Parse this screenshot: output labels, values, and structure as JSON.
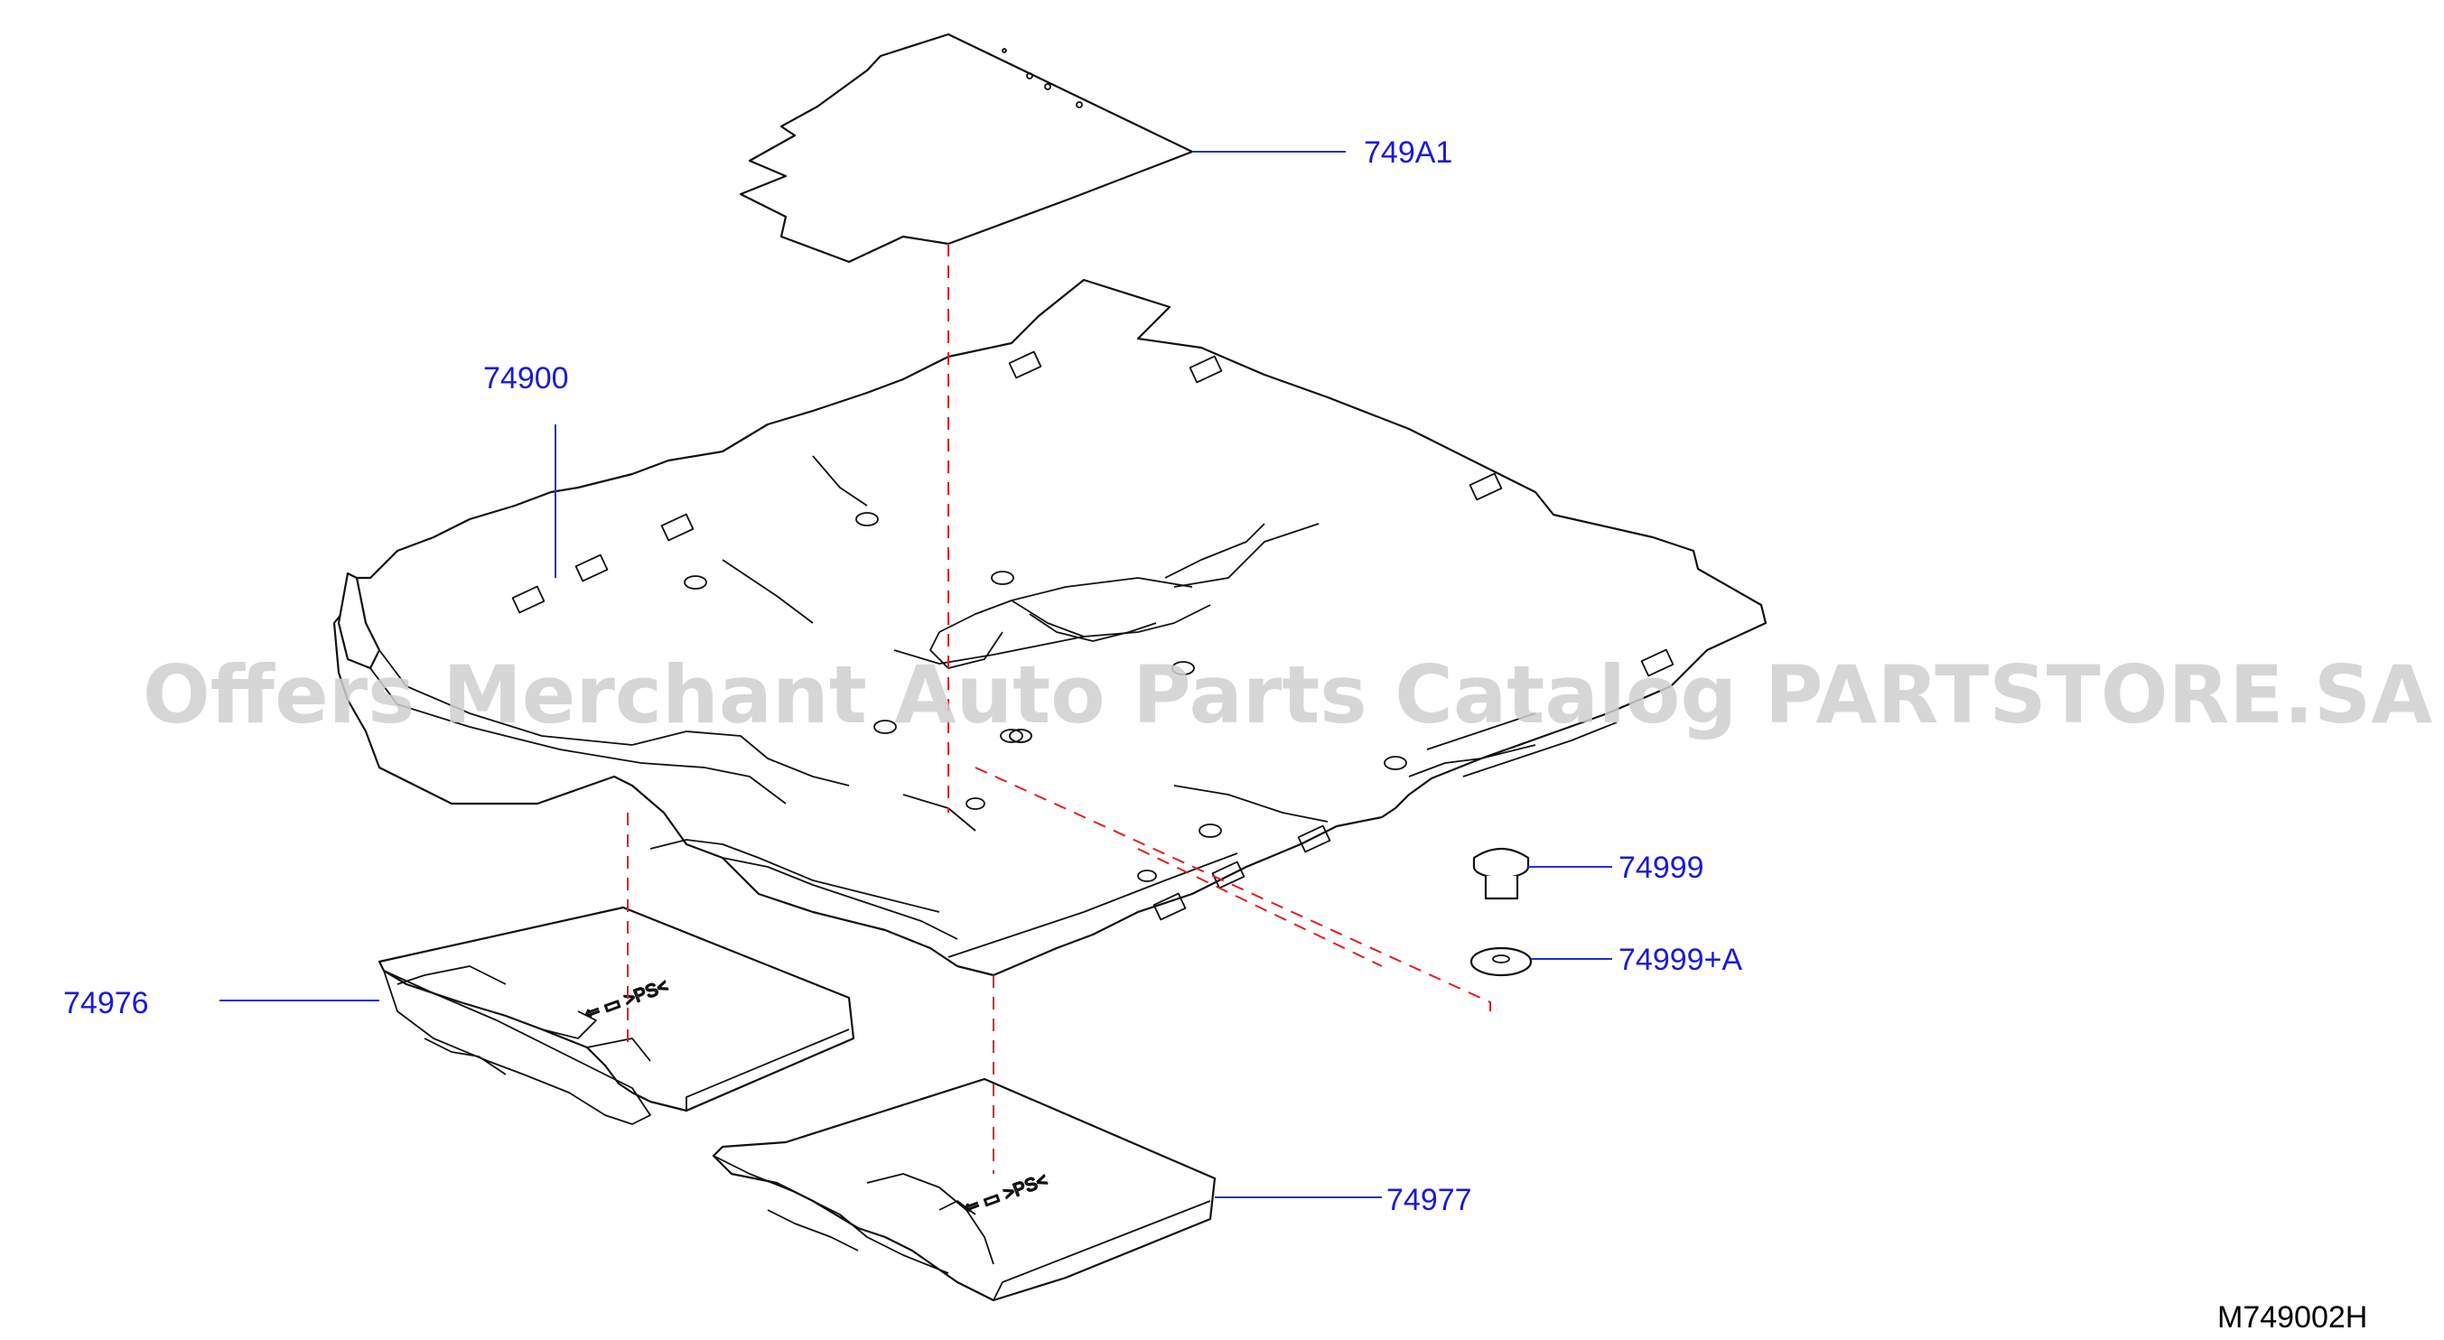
{
  "watermark": "Offers Merchant Auto Parts Catalog PARTSTORE.SA",
  "diagram_code": "M749002H",
  "parts": [
    {
      "id": "749A1",
      "label": "749A1"
    },
    {
      "id": "74900",
      "label": "74900"
    },
    {
      "id": "74976",
      "label": "74976"
    },
    {
      "id": "74977",
      "label": "74977"
    },
    {
      "id": "74999",
      "label": "74999"
    },
    {
      "id": "74999A",
      "label": "74999+A"
    }
  ],
  "colors": {
    "label_blue": "#1a1ad8",
    "leader_blue": "#2233cc",
    "dash_red": "#e02020",
    "line_black": "#111111",
    "watermark_gray": "#cfcfcf"
  }
}
